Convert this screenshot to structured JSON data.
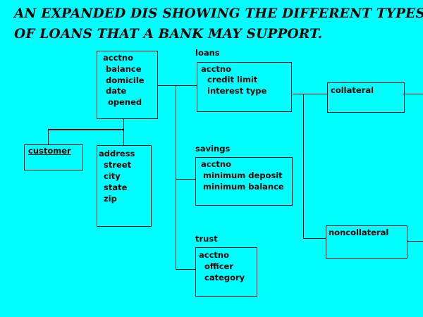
{
  "title": {
    "line1": "AN EXPANDED DIS SHOWING THE DIFFERENT TYPES",
    "line2": "OF LOANS THAT A BANK MAY SUPPORT."
  },
  "account": {
    "fields": [
      "acctno",
      "balance",
      "domicile",
      "date",
      "opened"
    ]
  },
  "customer": {
    "label": "customer"
  },
  "address": {
    "fields": [
      "address",
      "street",
      "city",
      "state",
      "zip"
    ]
  },
  "loans": {
    "label": "loans",
    "fields": [
      "acctno",
      "credit limit",
      "interest type"
    ]
  },
  "savings": {
    "label": "savings",
    "fields": [
      "acctno",
      "minimum deposit",
      "minimum balance"
    ]
  },
  "trust": {
    "label": "trust",
    "fields": [
      "acctno",
      "officer",
      "category"
    ]
  },
  "collateral": {
    "label": "collateral"
  },
  "noncollateral": {
    "label": "noncollateral"
  }
}
